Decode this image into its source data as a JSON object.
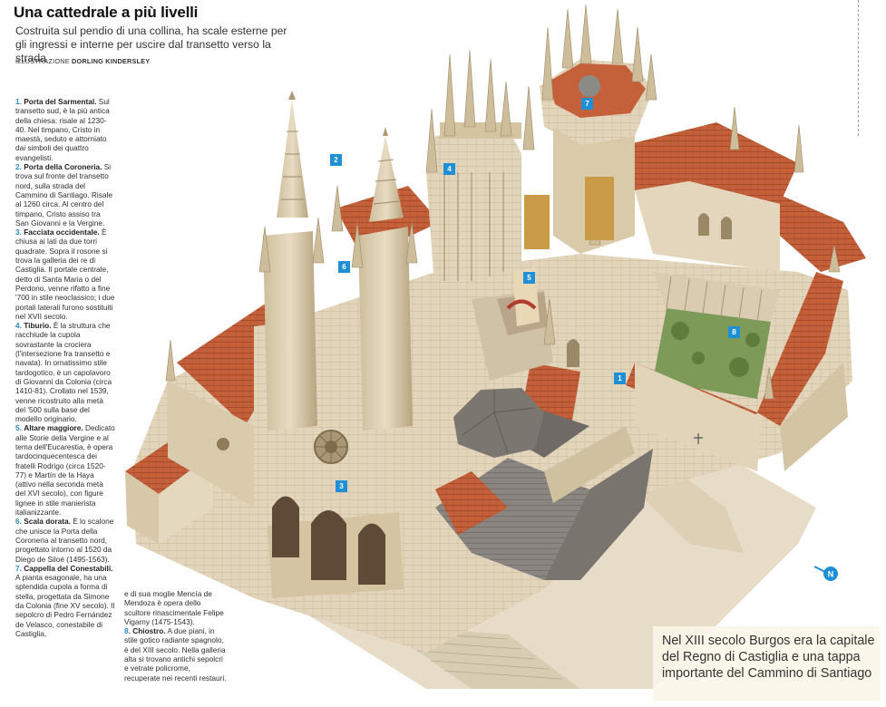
{
  "header": {
    "title": "Una cattedrale a più livelli",
    "subtitle": "Costruita sul pendio di una collina, ha scale esterne per gli ingressi e interne per uscire dal transetto verso la strada",
    "credit_prefix": "ILLUSTRAZIONE",
    "credit_name": "DORLING KINDERSLEY"
  },
  "legend": [
    {
      "num": "1.",
      "name": "Porta del Sarmental.",
      "text": "Sul transetto sud, è la più antica della chiesa: risale al 1230-40. Nel timpano, Cristo in maestà, seduto e attorniato dai simboli dei quattro evangelisti."
    },
    {
      "num": "2.",
      "name": "Porta della Coroneria.",
      "text": "Si trova sul fronte del transetto nord, sulla strada del Cammino di Santiago. Risale al 1260 circa. Al centro del timpano, Cristo assiso tra San Giovanni e la Vergine."
    },
    {
      "num": "3.",
      "name": "Facciata occidentale.",
      "text": "È chiusa ai lati da due torri quadrate. Sopra il rosone si trova la galleria dei re di Castiglia. Il portale centrale, detto di Santa Maria o del Perdono, venne rifatto a fine '700 in stile neoclassico; i due portali laterali furono sostituiti nel XVII secolo."
    },
    {
      "num": "4.",
      "name": "Tiburio.",
      "text": "È la struttura che racchiude la cupola sovrastante la crociera (l'intersezione fra transetto e navata). In ornatissimo stile tardogotico, è un capolavoro di Giovanni da Colonia (circa 1410-81). Crollato nel 1539, venne ricostruito alla metà del '500 sulla base del modello originario."
    },
    {
      "num": "5.",
      "name": "Altare maggiore.",
      "text": "Dedicato alle Storie della Vergine e al tema dell'Eucarestia, è opera tardocinquecentesca dei fratelli Rodrigo (circa 1520-77) e Martín de la Haya (attivo nella seconda metà del XVI secolo), con figure lignee in stile manierista italianizzante."
    },
    {
      "num": "6.",
      "name": "Scala dorata.",
      "text": "È lo scalone che unisce la Porta della Coroneria al transetto nord, progettato intorno al 1520 da Diego de Siloé (1495-1563)."
    },
    {
      "num": "7.",
      "name": "Cappella del Conestabili.",
      "text": "A pianta esagonale, ha una splendida cupola a forma di stella, progettata da Simone da Colonia (fine XV secolo). Il sepolcro di Pedro Fernández de Velasco, conestabile di Castiglia,"
    }
  ],
  "legend_continued": [
    {
      "num": "",
      "name": "",
      "text": "e di sua moglie Mencía de Mendoza è opera dello scultore rinascimentale Felipe Vigarny (1475-1543)."
    },
    {
      "num": "8.",
      "name": "Chiostro.",
      "text": "A due piani, in stile gotico radiante spagnolo, è del XIII secolo. Nella galleria alta si trovano antichi sepolcri e vetrate policrome, recuperate nei recenti restauri."
    }
  ],
  "markers": [
    "1",
    "2",
    "3",
    "4",
    "5",
    "6",
    "7",
    "8"
  ],
  "caption": "Nel XIII secolo Burgos era la capitale del Regno di Castiglia e una tappa importante del Cammino di Santiago",
  "compass": "N",
  "colors": {
    "marker_blue": "#1f8fd6",
    "roof_terracotta": "#c8623a",
    "stone": "#ddd0b5",
    "caption_bg": "#f7f1dd"
  }
}
